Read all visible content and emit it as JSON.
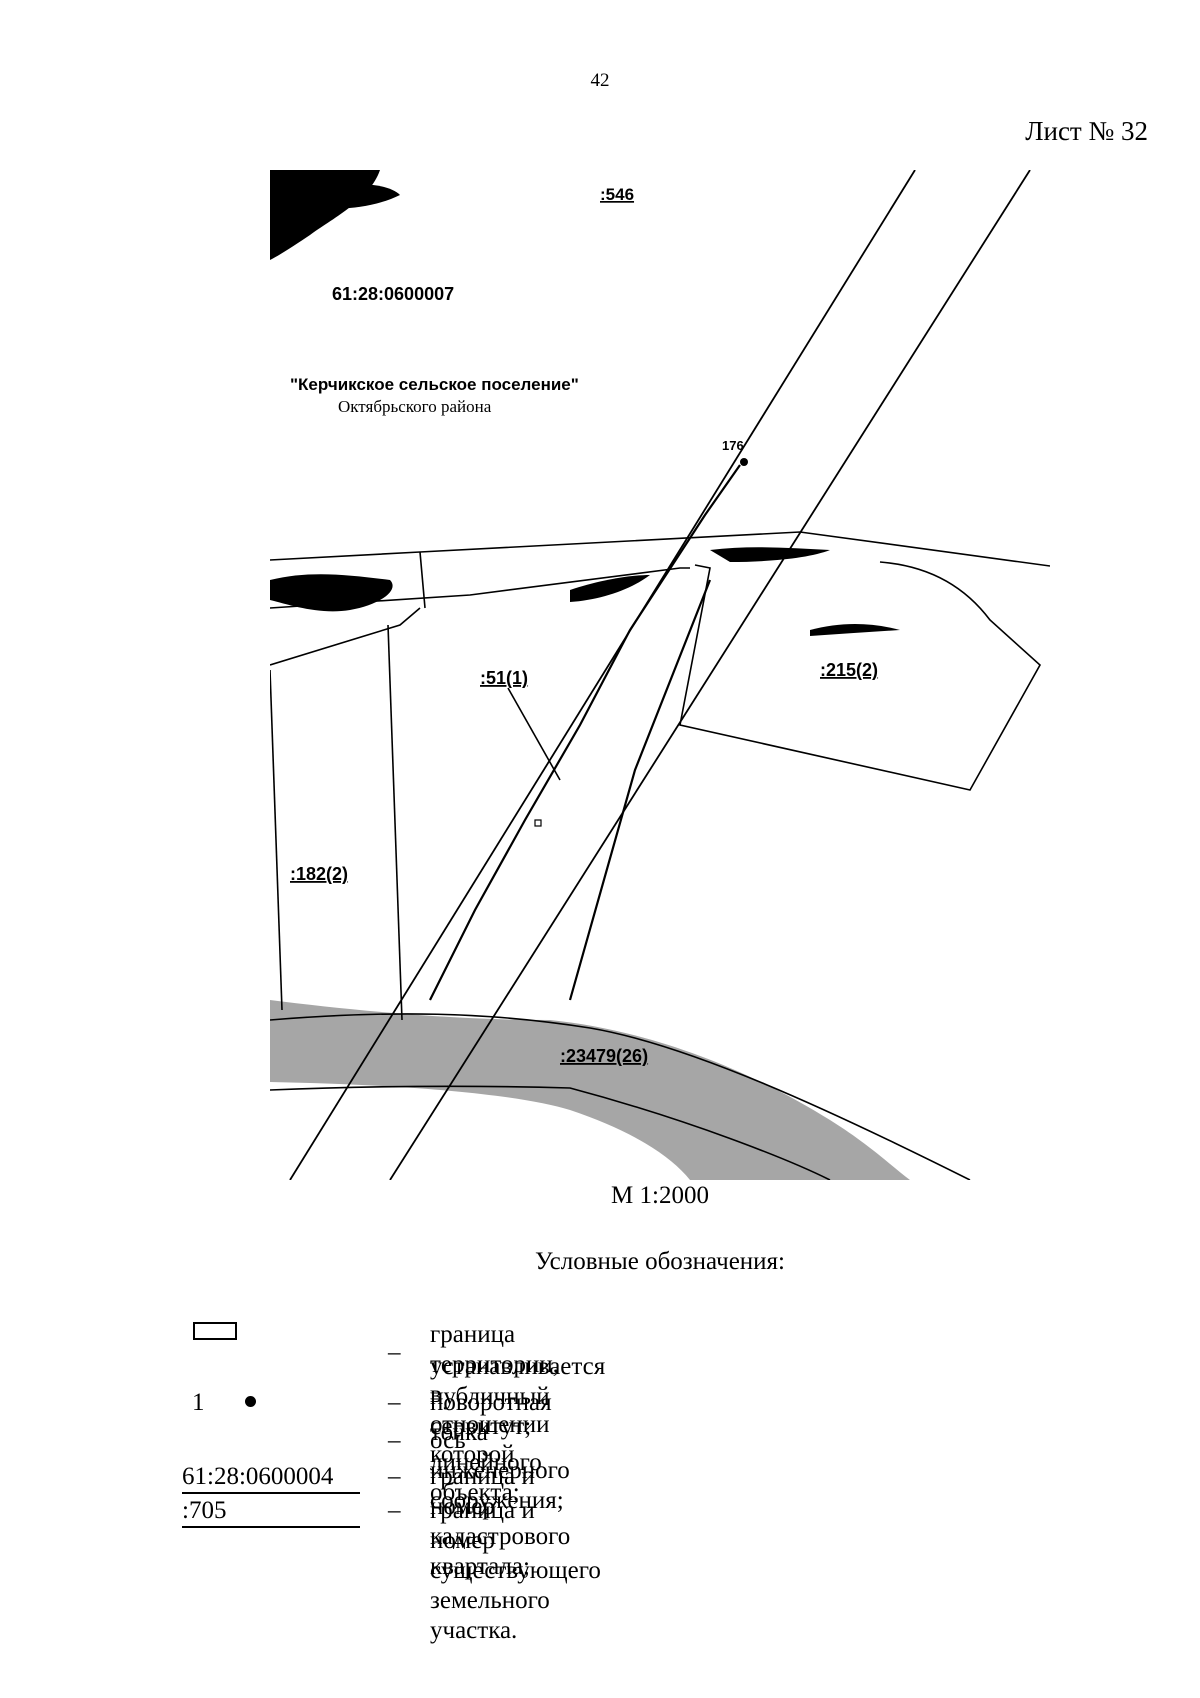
{
  "page": {
    "number": "42",
    "sheet_label": "Лист № 32"
  },
  "map": {
    "labels": {
      "parcel_546": ":546",
      "quarter": "61:28:0600007",
      "settlement_line1": "\"Керчикское сельское поселение\"",
      "settlement_line2": "Октябрьского района",
      "point_176": "176",
      "parcel_51": ":51(1)",
      "parcel_215": ":215(2)",
      "parcel_182": ":182(2)",
      "parcel_23479": ":23479(26)"
    },
    "scale": "М 1:2000"
  },
  "legend": {
    "title": "Условные обозначения:",
    "items": [
      {
        "symbol": "rectangle",
        "dash": "–",
        "text_line1": "граница территории, в отношении которой",
        "text_line2": "устанавливается публичный сервитут;"
      },
      {
        "symbol_label": "1",
        "symbol": "dot",
        "dash": "–",
        "text": "поворотная точка линейного объекта;"
      },
      {
        "symbol": "axis-line",
        "dash": "–",
        "text": "ось инженерного сооружения;"
      },
      {
        "symbol_label": "61:28:0600004",
        "dash": "–",
        "text": "граница и номер кадастрового квартала;"
      },
      {
        "symbol_label": ":705",
        "dash": "–",
        "text": "граница и номер существующего земельного участка."
      }
    ]
  }
}
